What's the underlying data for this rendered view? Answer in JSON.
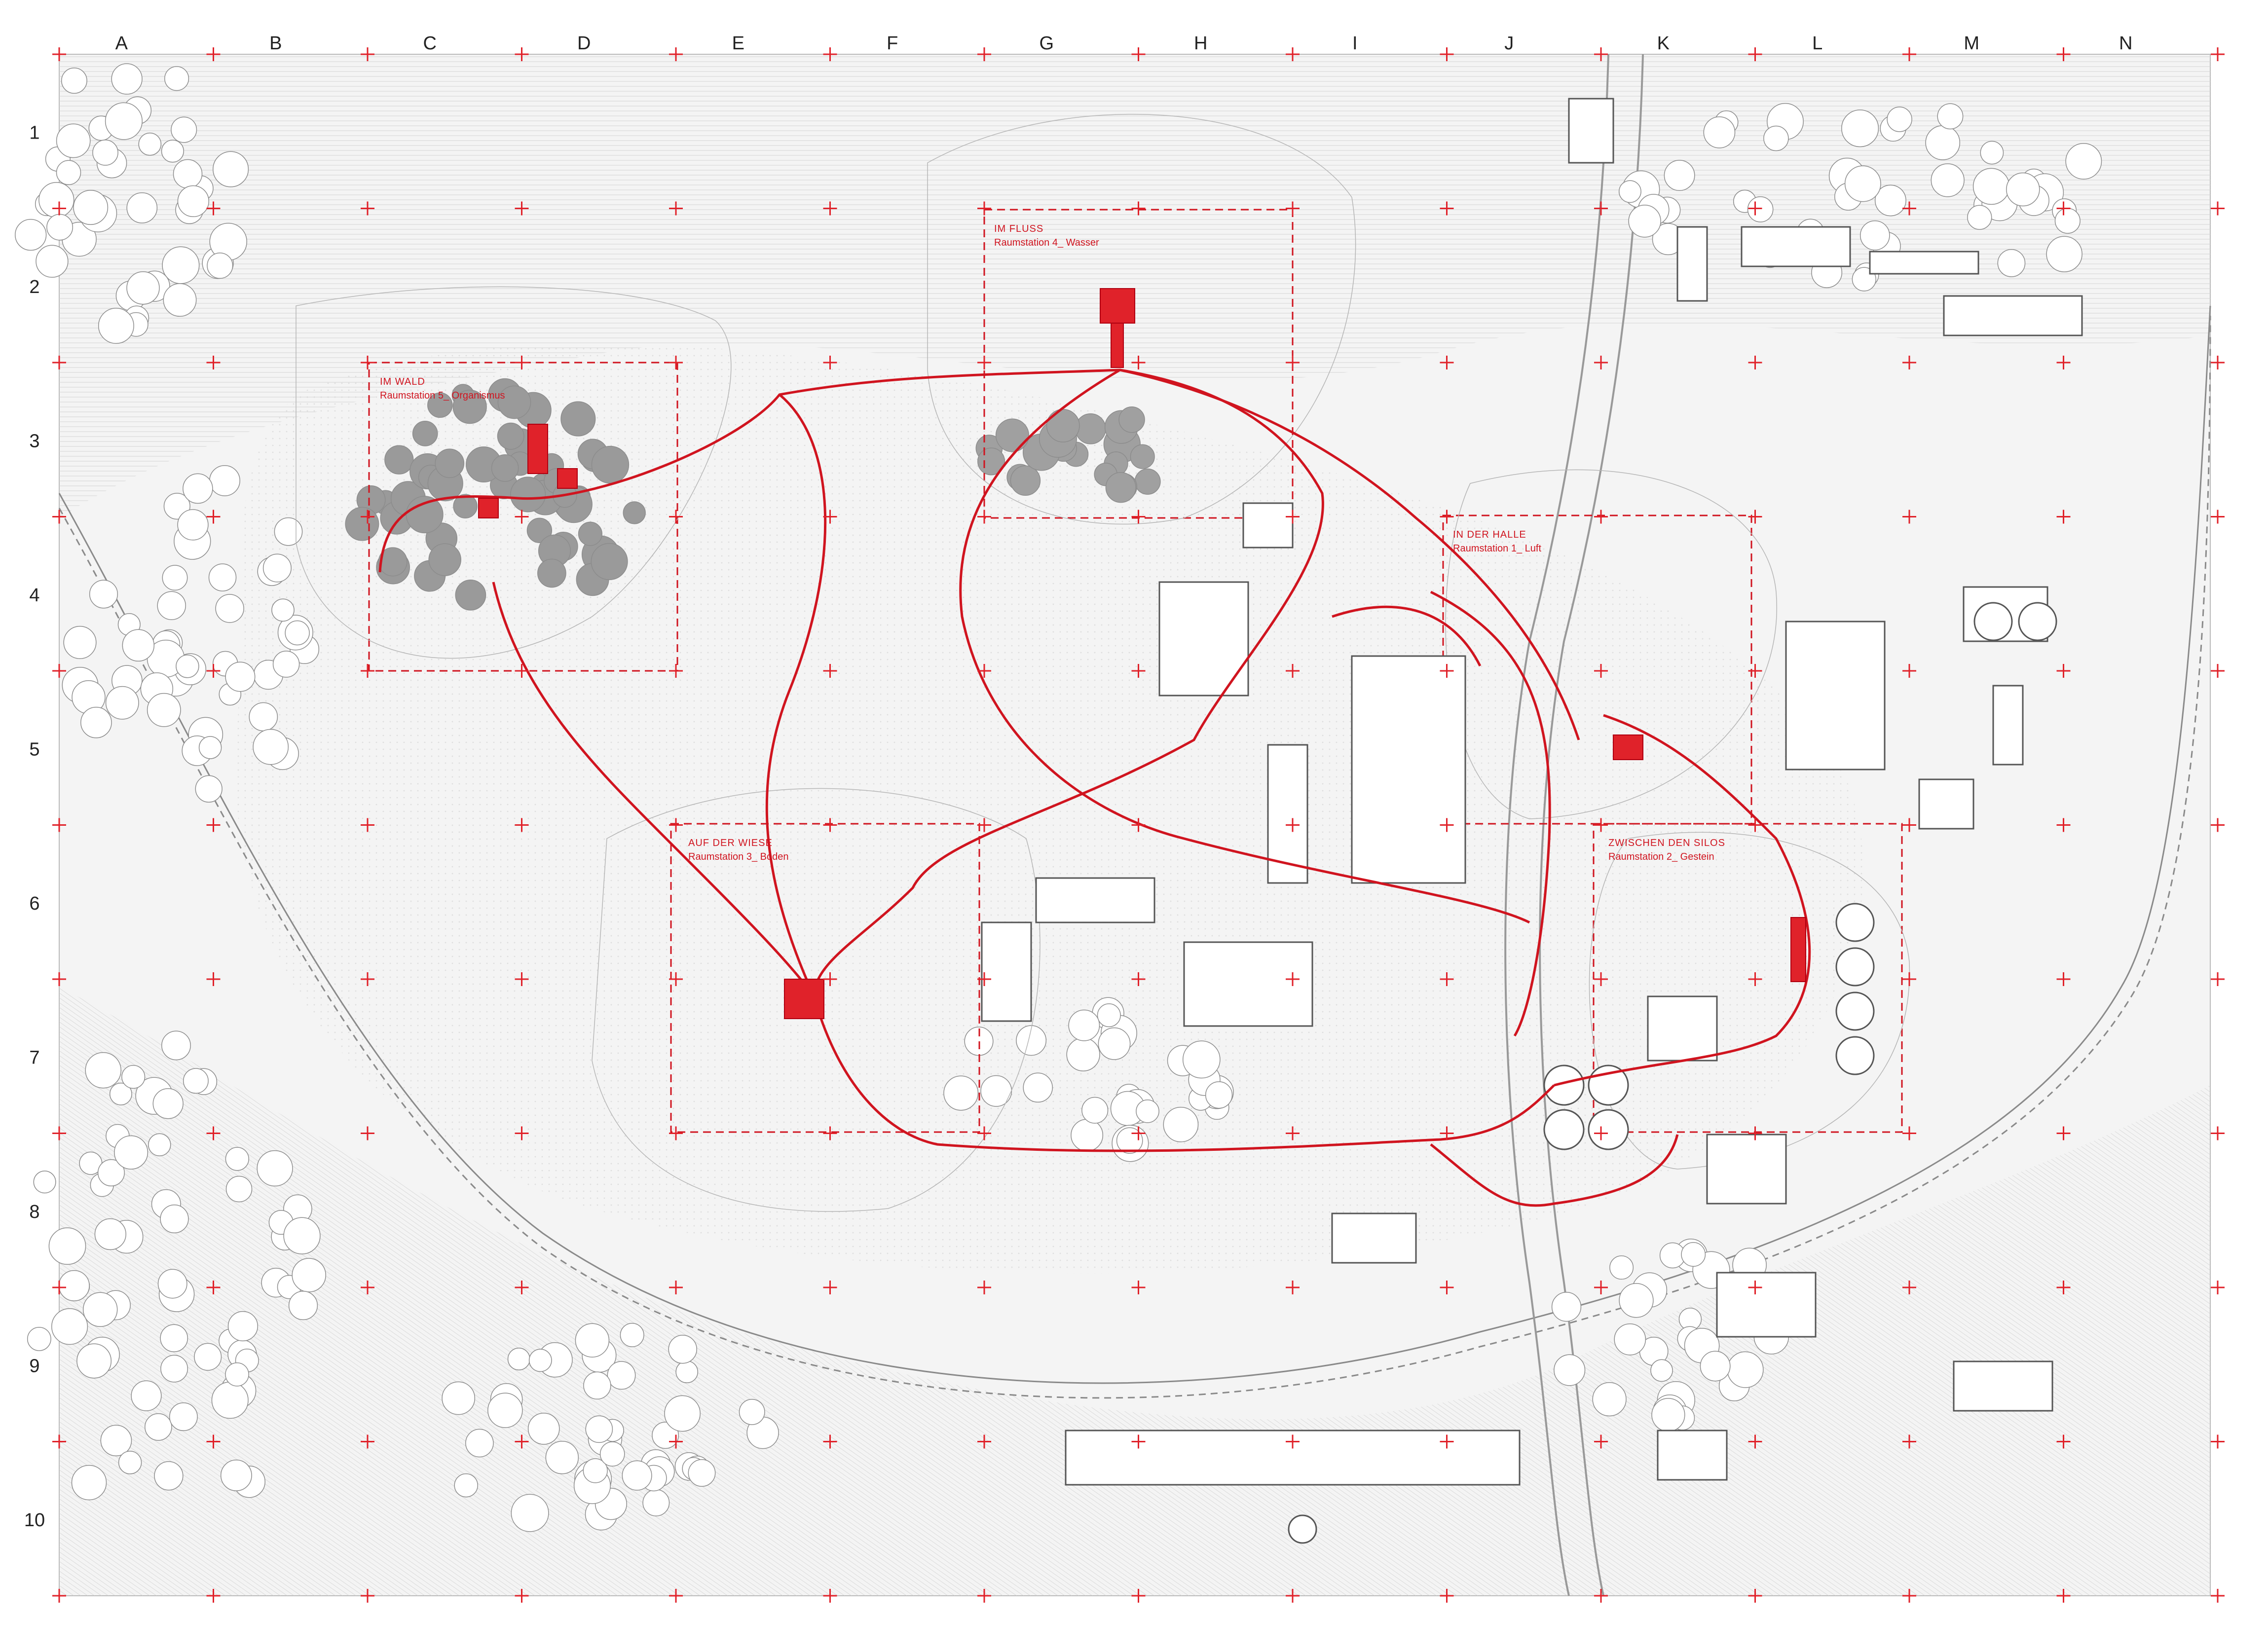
{
  "grid": {
    "columns": [
      "A",
      "B",
      "C",
      "D",
      "E",
      "F",
      "G",
      "H",
      "I",
      "J",
      "K",
      "L",
      "M",
      "N"
    ],
    "rows": [
      "1",
      "2",
      "3",
      "4",
      "5",
      "6",
      "7",
      "8",
      "9",
      "10"
    ]
  },
  "stations": [
    {
      "id": "wald",
      "title": "IM WALD",
      "subtitle": "Raumstation 5_ Organismus"
    },
    {
      "id": "fluss",
      "title": "IM FLUSS",
      "subtitle": "Raumstation 4_ Wasser"
    },
    {
      "id": "halle",
      "title": "IN DER HALLE",
      "subtitle": "Raumstation 1_ Luft"
    },
    {
      "id": "wiese",
      "title": "AUF DER WIESE",
      "subtitle": "Raumstation 3_ Boden"
    },
    {
      "id": "silos",
      "title": "ZWISCHEN DEN SILOS",
      "subtitle": "Raumstation 2_ Gestein"
    }
  ],
  "colors": {
    "route": "#d0141f",
    "marker": "#e0222a",
    "grid_line": "#c8c8c8",
    "terrain": "#f0f0f0",
    "building_stroke": "#555555"
  },
  "icons": {
    "grid_marker": "plus-marker-icon",
    "tree": "tree-canopy-icon",
    "station_node": "station-node-icon"
  }
}
